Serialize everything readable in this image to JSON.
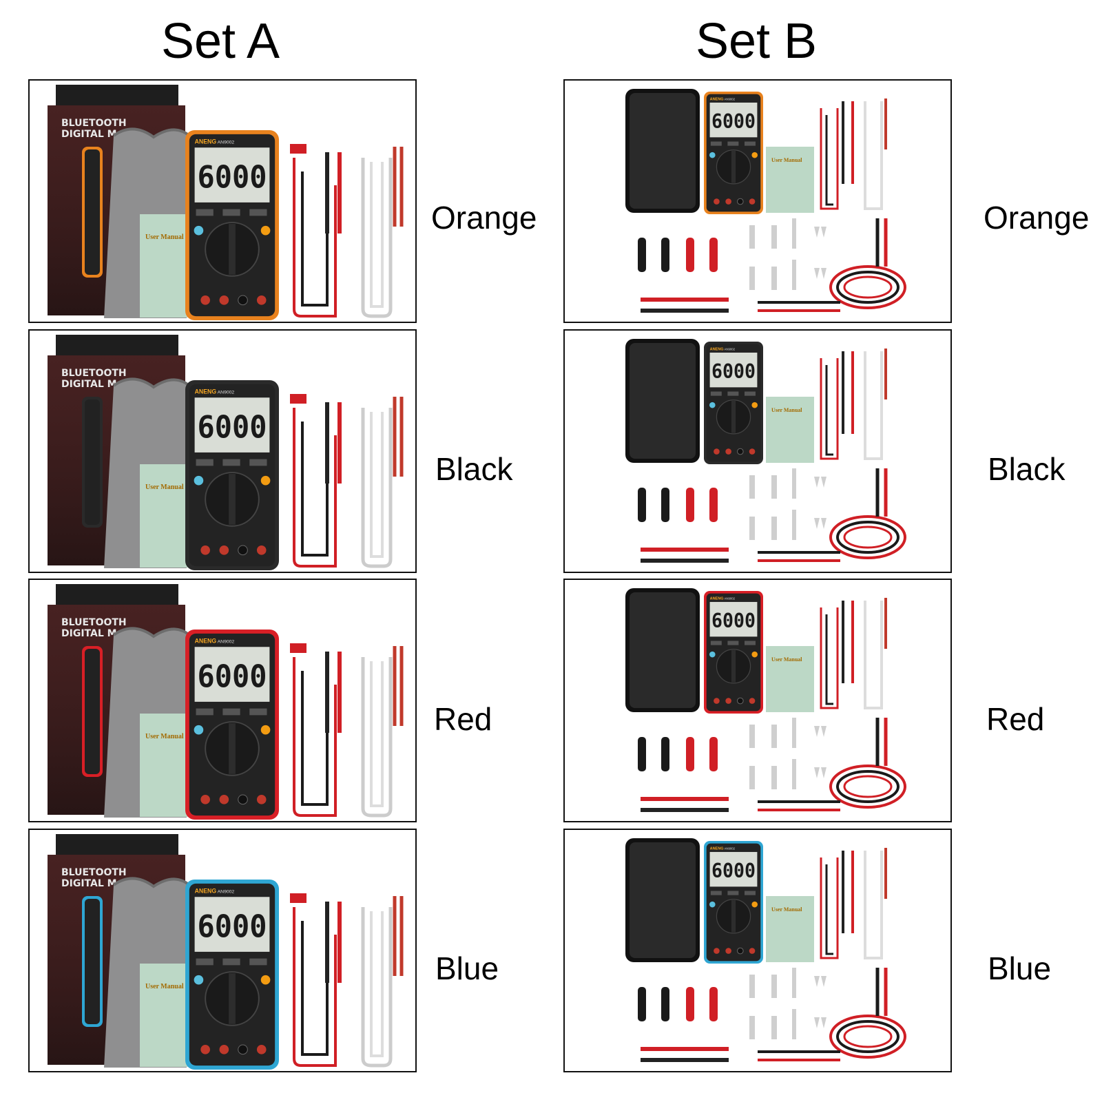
{
  "sets": [
    {
      "title": "Set A",
      "items": [
        {
          "label": "Orange",
          "accent": "#e8821e"
        },
        {
          "label": "Black",
          "accent": "#2a2a2a"
        },
        {
          "label": "Red",
          "accent": "#d81f26"
        },
        {
          "label": "Blue",
          "accent": "#2fa6d3"
        }
      ]
    },
    {
      "title": "Set B",
      "items": [
        {
          "label": "Orange",
          "accent": "#e8821e"
        },
        {
          "label": "Black",
          "accent": "#2a2a2a"
        },
        {
          "label": "Red",
          "accent": "#d81f26"
        },
        {
          "label": "Blue",
          "accent": "#2fa6d3"
        }
      ]
    }
  ],
  "product": {
    "box_text_line1": "BLUETOOTH",
    "box_text_line2": "DIGITAL M",
    "brand": "ANENG",
    "model": "AN9002",
    "display_value": "6000",
    "manual_label": "User Manual"
  }
}
